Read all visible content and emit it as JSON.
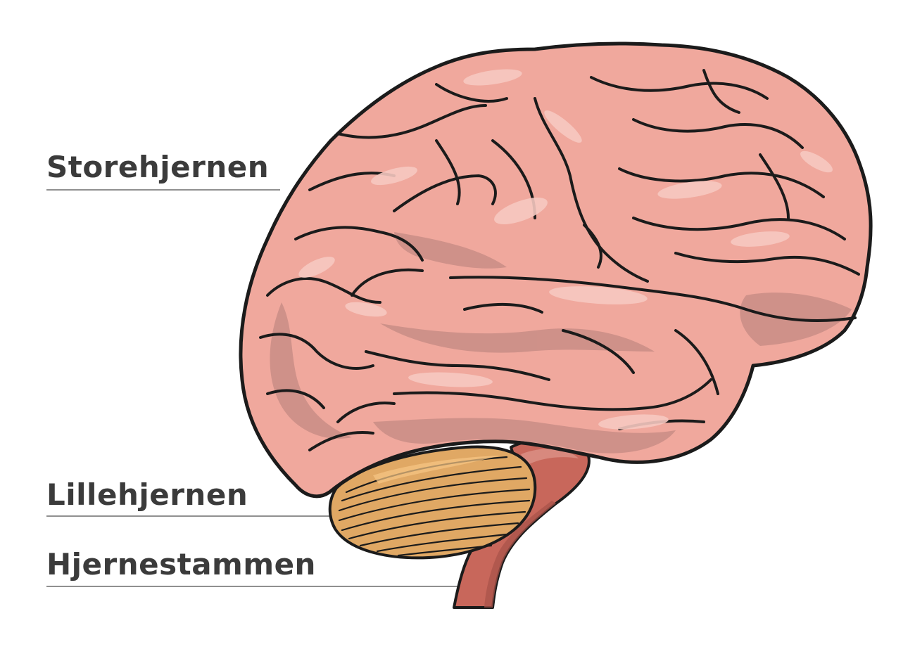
{
  "labels": {
    "cerebrum": "Storehjernen",
    "cerebellum": "Lillehjernen",
    "brainstem": "Hjernestammen"
  },
  "colors": {
    "label_text": "#3b3b3b",
    "leader_line": "#6b6b6b",
    "outline": "#1b1b1b",
    "cerebrum_fill": "#f0a89d",
    "cerebrum_shadow": "#c98d86",
    "cerebrum_highlight": "#f7c9c1",
    "cerebellum_fill": "#e0a864",
    "cerebellum_highlight": "#f6c684",
    "brainstem_fill": "#c8675b",
    "brainstem_shadow": "#a9534a"
  }
}
